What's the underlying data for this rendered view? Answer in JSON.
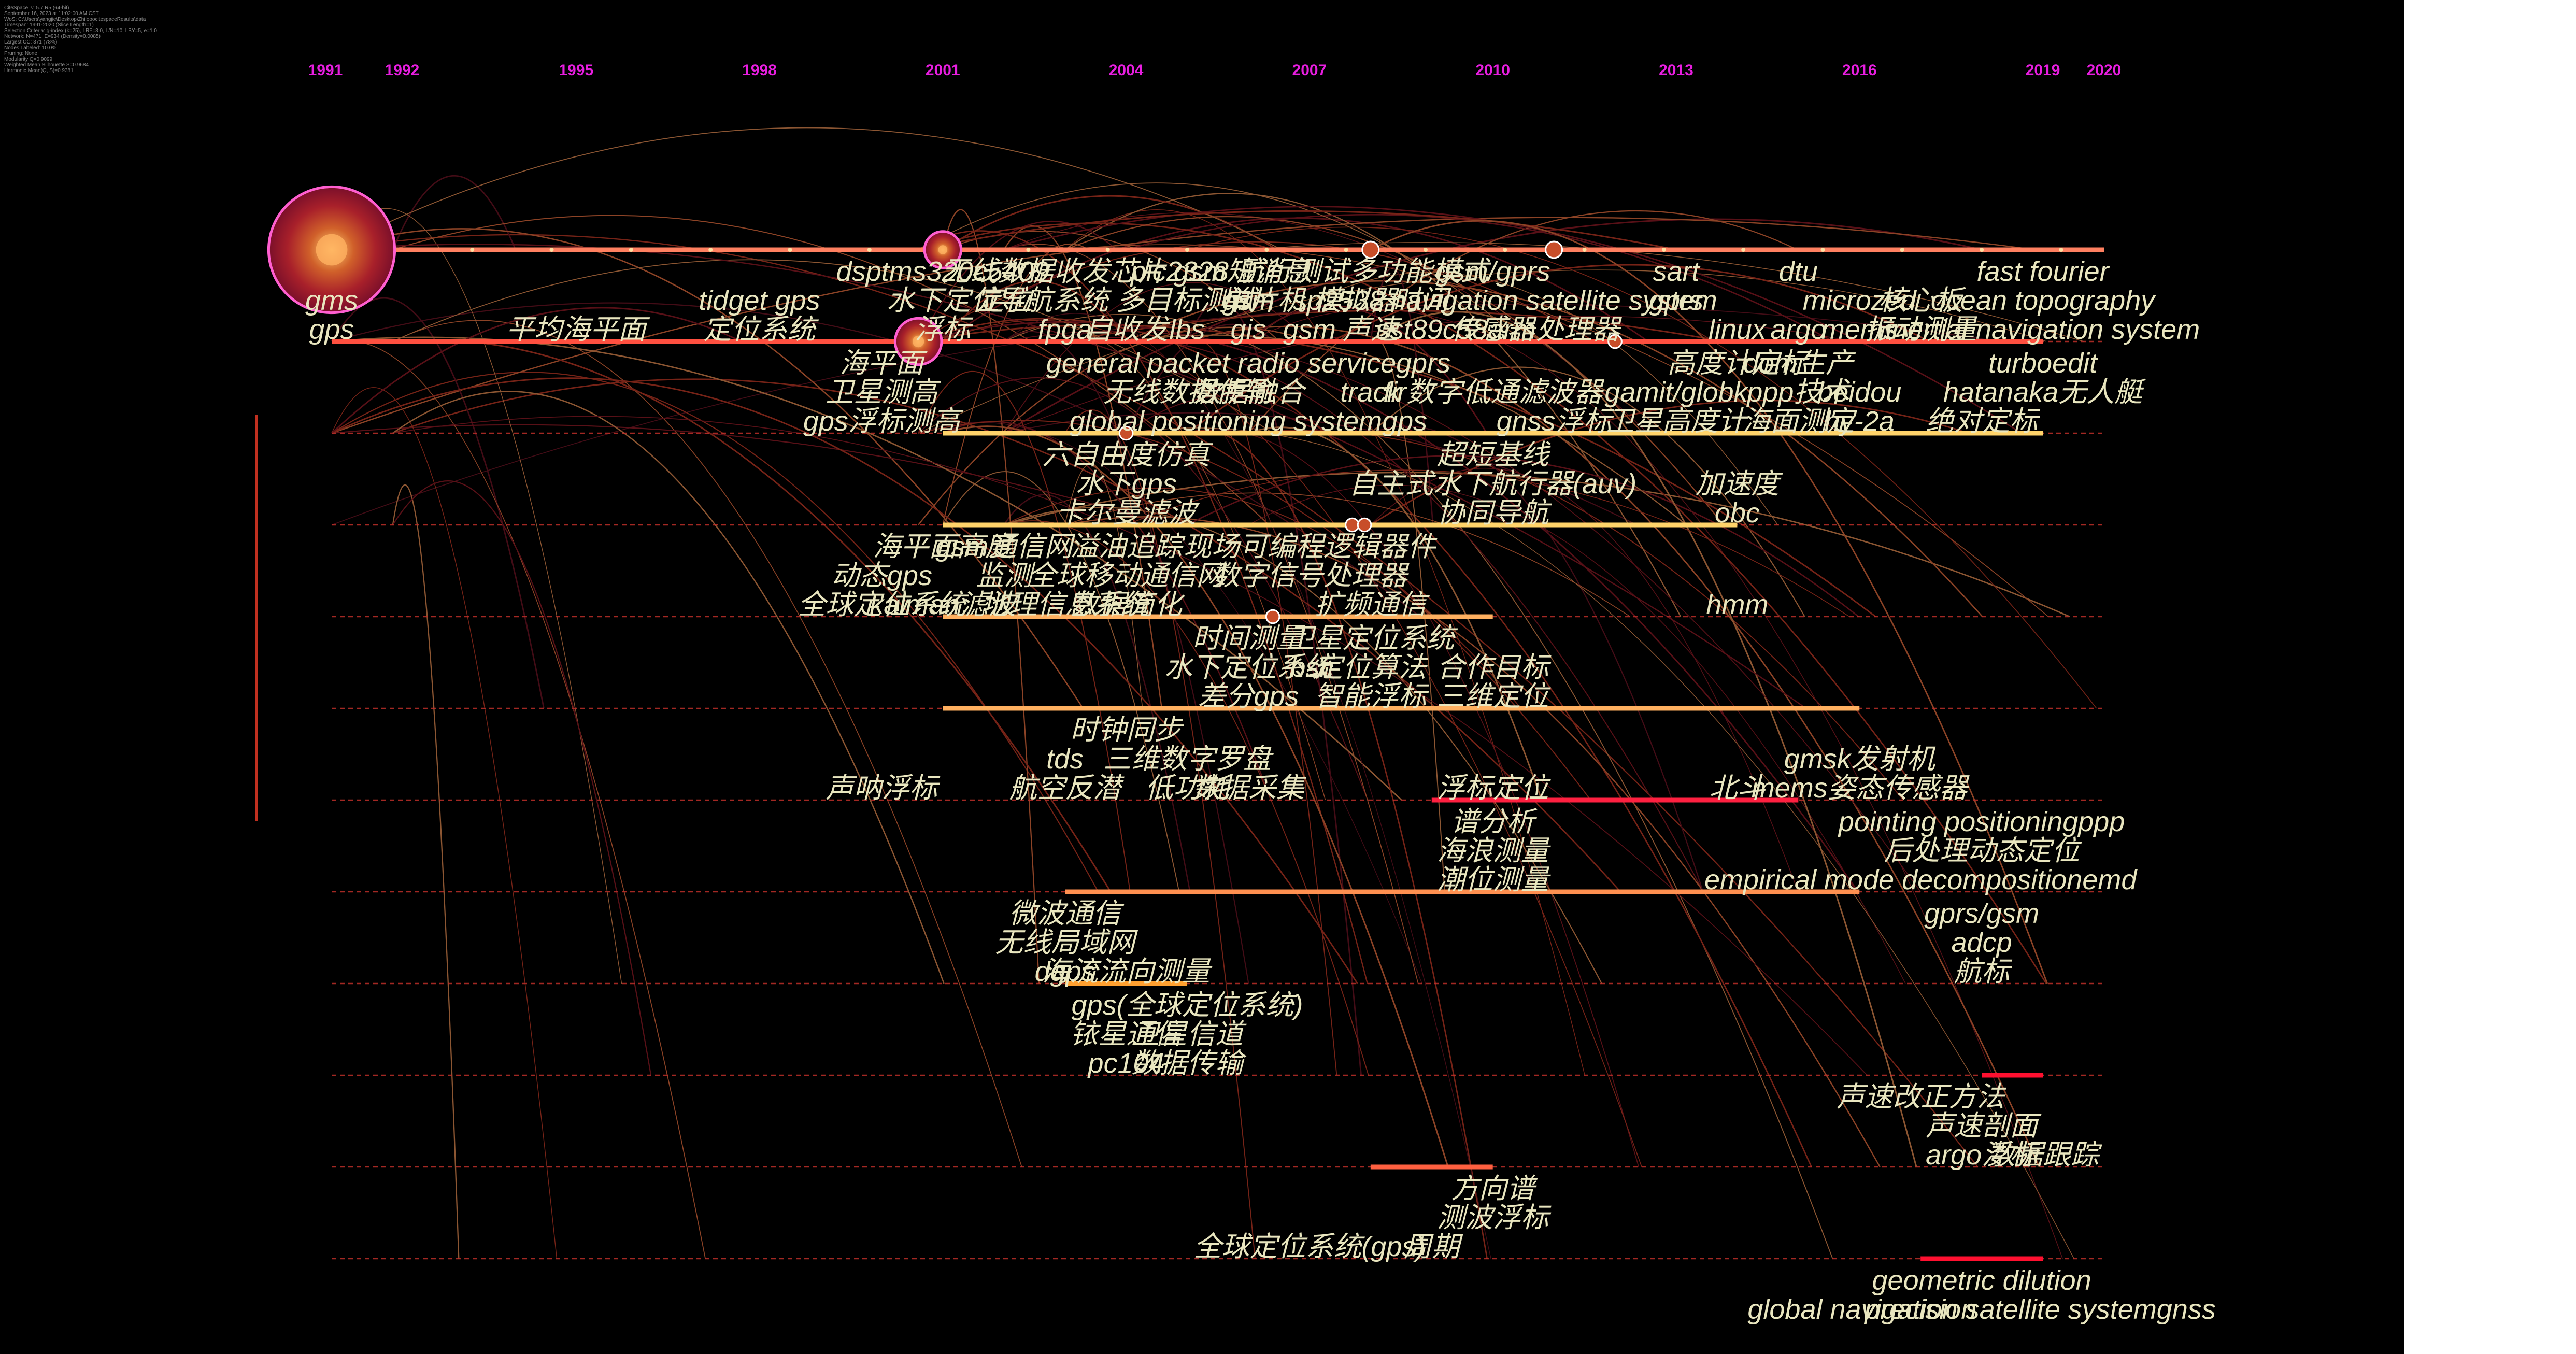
{
  "app": {
    "info_lines": [
      "CiteSpace, v. 5.7.R5 (64-bit)",
      "September 16, 2023 at 11:02:00 AM CST",
      "WoS: C:\\Users\\yangjie\\Desktop\\ZhilooocitespaceResults\\data",
      "Timespan: 1991-2020 (Slice Length=1)",
      "Selection Criteria: g-index (k=25), LRF=3.0, L/N=10, LBY=5, e=1.0",
      "Network: N=471, E=934 (Density=0.0085)",
      "Largest CC: 371 (78%)",
      "Nodes Labeled: 10.0%",
      "Pruning: None",
      "Modularity Q=0.9099",
      "Weighted Mean Silhouette S=0.9684",
      "Harmonic Mean(Q, S)=0.9381"
    ],
    "colors": {
      "background": "#000000",
      "year_label": "#e81ee0",
      "keyword": "#e9e6bf",
      "timeline": "#ff6040",
      "panel": "#ffffff"
    }
  },
  "chart_data": {
    "type": "timeline",
    "xlim": [
      1991,
      2020
    ],
    "ticks": [
      {
        "label": "1991",
        "year": 1991
      },
      {
        "label": "1992",
        "year": 1992
      },
      {
        "label": "1995",
        "year": 1995
      },
      {
        "label": "1998",
        "year": 1998
      },
      {
        "label": "2001",
        "year": 2001
      },
      {
        "label": "2004",
        "year": 2004
      },
      {
        "label": "2007",
        "year": 2007
      },
      {
        "label": "2010",
        "year": 2010
      },
      {
        "label": "2013",
        "year": 2013
      },
      {
        "label": "2016",
        "year": 2016
      },
      {
        "label": "2019",
        "year": 2019
      },
      {
        "label": "2020",
        "year": 2020
      }
    ],
    "clusters": [
      {
        "index": 0,
        "start": 1991,
        "end": 2020,
        "color": "#ff8060"
      },
      {
        "index": 1,
        "start": 1991,
        "end": 2019,
        "color": "#ff5040"
      },
      {
        "index": 2,
        "start": 2001,
        "end": 2019,
        "color": "#ffd36a"
      },
      {
        "index": 3,
        "start": 2001,
        "end": 2014,
        "color": "#ffd36a"
      },
      {
        "index": 4,
        "start": 2001,
        "end": 2010,
        "color": "#ffb060"
      },
      {
        "index": 5,
        "start": 2001,
        "end": 2016,
        "color": "#ffb060"
      },
      {
        "index": 6,
        "start": 2009,
        "end": 2015,
        "color": "#ff2040"
      },
      {
        "index": 7,
        "start": 2003,
        "end": 2016,
        "color": "#ff9050"
      },
      {
        "index": 8,
        "start": 2003,
        "end": 2005,
        "color": "#ffa030"
      },
      {
        "index": 9,
        "start": 2018,
        "end": 2019,
        "color": "#ff1030"
      },
      {
        "index": 10,
        "start": 2008,
        "end": 2010,
        "color": "#ff6040"
      },
      {
        "index": 11,
        "start": 2017,
        "end": 2019,
        "color": "#ff1030"
      }
    ],
    "nodes": [
      {
        "year": 1991,
        "cluster": 0,
        "size": 38
      },
      {
        "year": 2001,
        "cluster": 0,
        "size": 11
      },
      {
        "year": 2008,
        "cluster": 0,
        "size": 5
      },
      {
        "year": 2011,
        "cluster": 0,
        "size": 5
      },
      {
        "year": 2000.6,
        "cluster": 1,
        "size": 14
      },
      {
        "year": 2012,
        "cluster": 1,
        "size": 4
      },
      {
        "year": 2004,
        "cluster": 2,
        "size": 4
      },
      {
        "year": 2007.7,
        "cluster": 3,
        "size": 4
      },
      {
        "year": 2007.9,
        "cluster": 3,
        "size": 4
      },
      {
        "year": 2006.4,
        "cluster": 4,
        "size": 4
      }
    ],
    "labels": [
      {
        "text": "gms",
        "year": 1991,
        "row": 0,
        "line": 1
      },
      {
        "text": "gps",
        "year": 1991,
        "row": 0,
        "line": 2
      },
      {
        "text": "dsptms320c5409",
        "year": 2001,
        "row": 0,
        "line": 0
      },
      {
        "text": "水下定位",
        "year": 2001,
        "row": 0,
        "line": 1
      },
      {
        "text": "tidget gps",
        "year": 1998,
        "row": 0,
        "line": 1
      },
      {
        "text": "平均海平面",
        "year": 1995,
        "row": 0,
        "line": 2
      },
      {
        "text": "定位系统",
        "year": 1998,
        "row": 0,
        "line": 2
      },
      {
        "text": "浮标",
        "year": 2001,
        "row": 0,
        "line": 2
      },
      {
        "text": "无线数据收发芯片 gsm短消息",
        "year": 2004,
        "row": 0,
        "line": 0
      },
      {
        "text": "定位",
        "year": 2002,
        "row": 0,
        "line": 1
      },
      {
        "text": "导航系统 多目标测试",
        "year": 2004,
        "row": 0,
        "line": 1
      },
      {
        "text": "gsm",
        "year": 2006,
        "row": 0,
        "line": 1
      },
      {
        "text": "单片机 模拟器",
        "year": 2007,
        "row": 0,
        "line": 1
      },
      {
        "text": "fpga",
        "year": 2003,
        "row": 0,
        "line": 2
      },
      {
        "text": "自收发",
        "year": 2004,
        "row": 0,
        "line": 2
      },
      {
        "text": "lbs",
        "year": 2005,
        "row": 0,
        "line": 2
      },
      {
        "text": "gis",
        "year": 2006,
        "row": 0,
        "line": 2
      },
      {
        "text": "gsm",
        "year": 2007,
        "row": 0,
        "line": 2
      },
      {
        "text": "pic2328 航行测试多功能模式",
        "year": 2007,
        "row": 0,
        "line": 0
      },
      {
        "text": "sp2538 时间",
        "year": 2008,
        "row": 0,
        "line": 1
      },
      {
        "text": "声速",
        "year": 2008,
        "row": 0,
        "line": 2
      },
      {
        "text": "sst89c58",
        "year": 2009,
        "row": 0,
        "line": 2
      },
      {
        "text": "gsm/gprs",
        "year": 2010,
        "row": 0,
        "line": 0
      },
      {
        "text": "navigation satellite system",
        "year": 2011,
        "row": 0,
        "line": 1
      },
      {
        "text": "传感器",
        "year": 2010,
        "row": 0,
        "line": 2
      },
      {
        "text": "arm处理器",
        "year": 2011,
        "row": 0,
        "line": 2
      },
      {
        "text": "sart",
        "year": 2013,
        "row": 0,
        "line": 0
      },
      {
        "text": "dtu",
        "year": 2015,
        "row": 0,
        "line": 0
      },
      {
        "text": "gprs",
        "year": 2013,
        "row": 0,
        "line": 1
      },
      {
        "text": "microzed",
        "year": 2016,
        "row": 0,
        "line": 1
      },
      {
        "text": "核心板",
        "year": 2017,
        "row": 0,
        "line": 1
      },
      {
        "text": "linux",
        "year": 2014,
        "row": 0,
        "line": 2
      },
      {
        "text": "argo",
        "year": 2015,
        "row": 0,
        "line": 2
      },
      {
        "text": "mems",
        "year": 2016,
        "row": 0,
        "line": 2
      },
      {
        "text": "振动测量",
        "year": 2017,
        "row": 0,
        "line": 2
      },
      {
        "text": "fast fourier",
        "year": 2019,
        "row": 0,
        "line": 0
      },
      {
        "text": "ocean topography",
        "year": 2019,
        "row": 0,
        "line": 1
      },
      {
        "text": "inertial navigation system",
        "year": 2019,
        "row": 0,
        "line": 2
      },
      {
        "text": "海平面",
        "year": 2000,
        "row": 1,
        "line": 0
      },
      {
        "text": "卫星测高",
        "year": 2000,
        "row": 1,
        "line": 1
      },
      {
        "text": "gps浮标测高",
        "year": 2000,
        "row": 1,
        "line": 2
      },
      {
        "text": "general packet radio servicegprs",
        "year": 2006,
        "row": 1,
        "line": 0
      },
      {
        "text": "无线数据传输",
        "year": 2005,
        "row": 1,
        "line": 1
      },
      {
        "text": "数据融合",
        "year": 2006,
        "row": 1,
        "line": 1
      },
      {
        "text": "track",
        "year": 2008,
        "row": 1,
        "line": 1
      },
      {
        "text": "fir数字低通滤波器",
        "year": 2010,
        "row": 1,
        "line": 1
      },
      {
        "text": "global positioning systemgps",
        "year": 2006,
        "row": 1,
        "line": 2
      },
      {
        "text": "gnss浮标",
        "year": 2011,
        "row": 1,
        "line": 2
      },
      {
        "text": "高度计定标",
        "year": 2014,
        "row": 1,
        "line": 0
      },
      {
        "text": "dom生产",
        "year": 2015,
        "row": 1,
        "line": 0
      },
      {
        "text": "gamit/globk",
        "year": 2013,
        "row": 1,
        "line": 1
      },
      {
        "text": "ppp技术",
        "year": 2015,
        "row": 1,
        "line": 1
      },
      {
        "text": "beidou",
        "year": 2016,
        "row": 1,
        "line": 1
      },
      {
        "text": "卫星高度计",
        "year": 2013,
        "row": 1,
        "line": 2
      },
      {
        "text": "海面测定",
        "year": 2015,
        "row": 1,
        "line": 2
      },
      {
        "text": "hy-2a",
        "year": 2016,
        "row": 1,
        "line": 2
      },
      {
        "text": "turboedit",
        "year": 2019,
        "row": 1,
        "line": 0
      },
      {
        "text": "hatanaka无人艇",
        "year": 2019,
        "row": 1,
        "line": 1
      },
      {
        "text": "绝对定标",
        "year": 2018,
        "row": 1,
        "line": 2
      },
      {
        "text": "六自由度仿真",
        "year": 2004,
        "row": 2,
        "line": 0
      },
      {
        "text": "水下gps",
        "year": 2004,
        "row": 2,
        "line": 1
      },
      {
        "text": "卡尔曼滤波",
        "year": 2004,
        "row": 2,
        "line": 2
      },
      {
        "text": "超短基线",
        "year": 2010,
        "row": 2,
        "line": 0
      },
      {
        "text": "自主式水下航行器(auv)",
        "year": 2010,
        "row": 2,
        "line": 1
      },
      {
        "text": "协同导航",
        "year": 2010,
        "row": 2,
        "line": 2
      },
      {
        "text": "加速度",
        "year": 2014,
        "row": 2,
        "line": 1
      },
      {
        "text": "obc",
        "year": 2014,
        "row": 2,
        "line": 2
      },
      {
        "text": "海平面高度",
        "year": 2001,
        "row": 3,
        "line": 0
      },
      {
        "text": "gsm通信网",
        "year": 2002,
        "row": 3,
        "line": 0
      },
      {
        "text": "溢油追踪",
        "year": 2004,
        "row": 3,
        "line": 0
      },
      {
        "text": "现场可编程逻辑器件",
        "year": 2007,
        "row": 3,
        "line": 0
      },
      {
        "text": "动态gps",
        "year": 2000,
        "row": 3,
        "line": 1
      },
      {
        "text": "监测",
        "year": 2002,
        "row": 3,
        "line": 1
      },
      {
        "text": "全球移动通信网",
        "year": 2004,
        "row": 3,
        "line": 1
      },
      {
        "text": "数字信号处理器",
        "year": 2007,
        "row": 3,
        "line": 1
      },
      {
        "text": "全球定位系统",
        "year": 2000,
        "row": 3,
        "line": 2
      },
      {
        "text": "kalman滤波",
        "year": 2001,
        "row": 3,
        "line": 2
      },
      {
        "text": "地理信息系统",
        "year": 2003,
        "row": 3,
        "line": 2
      },
      {
        "text": "数据简化",
        "year": 2004,
        "row": 3,
        "line": 2
      },
      {
        "text": "扩频通信",
        "year": 2008,
        "row": 3,
        "line": 2
      },
      {
        "text": "hmm",
        "year": 2014,
        "row": 3,
        "line": 2
      },
      {
        "text": "时间测量",
        "year": 2006,
        "row": 4,
        "line": 0
      },
      {
        "text": "卫星定位系统",
        "year": 2008,
        "row": 4,
        "line": 0
      },
      {
        "text": "水下定位系统",
        "year": 2006,
        "row": 4,
        "line": 1
      },
      {
        "text": "bsr",
        "year": 2007,
        "row": 4,
        "line": 1
      },
      {
        "text": "定位算法",
        "year": 2008,
        "row": 4,
        "line": 1
      },
      {
        "text": "合作目标",
        "year": 2010,
        "row": 4,
        "line": 1
      },
      {
        "text": "差分gps",
        "year": 2006,
        "row": 4,
        "line": 2
      },
      {
        "text": "智能浮标",
        "year": 2008,
        "row": 4,
        "line": 2
      },
      {
        "text": "三维定位",
        "year": 2010,
        "row": 4,
        "line": 2
      },
      {
        "text": "时钟同步",
        "year": 2004,
        "row": 5,
        "line": 0
      },
      {
        "text": "tds",
        "year": 2003,
        "row": 5,
        "line": 1
      },
      {
        "text": "三维数字罗盘",
        "year": 2005,
        "row": 5,
        "line": 1
      },
      {
        "text": "声呐浮标",
        "year": 2000,
        "row": 5,
        "line": 2
      },
      {
        "text": "航空反潜",
        "year": 2003,
        "row": 5,
        "line": 2
      },
      {
        "text": "低功耗",
        "year": 2005,
        "row": 5,
        "line": 2
      },
      {
        "text": "数据采集",
        "year": 2006,
        "row": 5,
        "line": 2
      },
      {
        "text": "浮标定位",
        "year": 2010,
        "row": 5,
        "line": 2
      },
      {
        "text": "gmsk发射机",
        "year": 2016,
        "row": 5,
        "line": 1
      },
      {
        "text": "北斗",
        "year": 2014,
        "row": 5,
        "line": 2
      },
      {
        "text": "mems姿态传感器",
        "year": 2016,
        "row": 5,
        "line": 2
      },
      {
        "text": "谱分析",
        "year": 2010,
        "row": 6,
        "line": 0
      },
      {
        "text": "海浪测量",
        "year": 2010,
        "row": 6,
        "line": 1
      },
      {
        "text": "潮位测量",
        "year": 2010,
        "row": 6,
        "line": 2
      },
      {
        "text": "pointing positioningppp",
        "year": 2018,
        "row": 6,
        "line": 0
      },
      {
        "text": "后处理动态定位",
        "year": 2018,
        "row": 6,
        "line": 1
      },
      {
        "text": "empirical mode decompositionemd",
        "year": 2017,
        "row": 6,
        "line": 2
      },
      {
        "text": "微波通信",
        "year": 2003,
        "row": 7,
        "line": 0
      },
      {
        "text": "无线局域网",
        "year": 2003,
        "row": 7,
        "line": 1
      },
      {
        "text": "dgps",
        "year": 2003,
        "row": 7,
        "line": 2
      },
      {
        "text": "海流流向测量",
        "year": 2004,
        "row": 7,
        "line": 2
      },
      {
        "text": "gprs/gsm",
        "year": 2018,
        "row": 7,
        "line": 0
      },
      {
        "text": "adcp",
        "year": 2018,
        "row": 7,
        "line": 1
      },
      {
        "text": "航标",
        "year": 2018,
        "row": 7,
        "line": 2
      },
      {
        "text": "gps(全球定位系统)",
        "year": 2005,
        "row": 8,
        "line": 0
      },
      {
        "text": "铱星通信",
        "year": 2004,
        "row": 8,
        "line": 1
      },
      {
        "text": "卫星信道",
        "year": 2005,
        "row": 8,
        "line": 1
      },
      {
        "text": "pc104",
        "year": 2004,
        "row": 8,
        "line": 2
      },
      {
        "text": "数据传输",
        "year": 2005,
        "row": 8,
        "line": 2
      },
      {
        "text": "声速改正方法",
        "year": 2017,
        "row": 9,
        "line": 0
      },
      {
        "text": "声速剖面",
        "year": 2018,
        "row": 9,
        "line": 1
      },
      {
        "text": "argo浮标",
        "year": 2018,
        "row": 9,
        "line": 2
      },
      {
        "text": "数据跟踪",
        "year": 2019,
        "row": 9,
        "line": 2
      },
      {
        "text": "方向谱",
        "year": 2010,
        "row": 10,
        "line": 0
      },
      {
        "text": "测波浮标",
        "year": 2010,
        "row": 10,
        "line": 1
      },
      {
        "text": "全球定位系统(gps)",
        "year": 2007,
        "row": 10,
        "line": 2
      },
      {
        "text": "周期",
        "year": 2009,
        "row": 10,
        "line": 2
      },
      {
        "text": "geometric dilution",
        "year": 2018,
        "row": 11,
        "line": 0
      },
      {
        "text": "global navigation satellite systemgnss",
        "year": 2018,
        "row": 11,
        "line": 1
      },
      {
        "text": "precision",
        "year": 2017,
        "row": 11,
        "line": 1
      }
    ]
  }
}
